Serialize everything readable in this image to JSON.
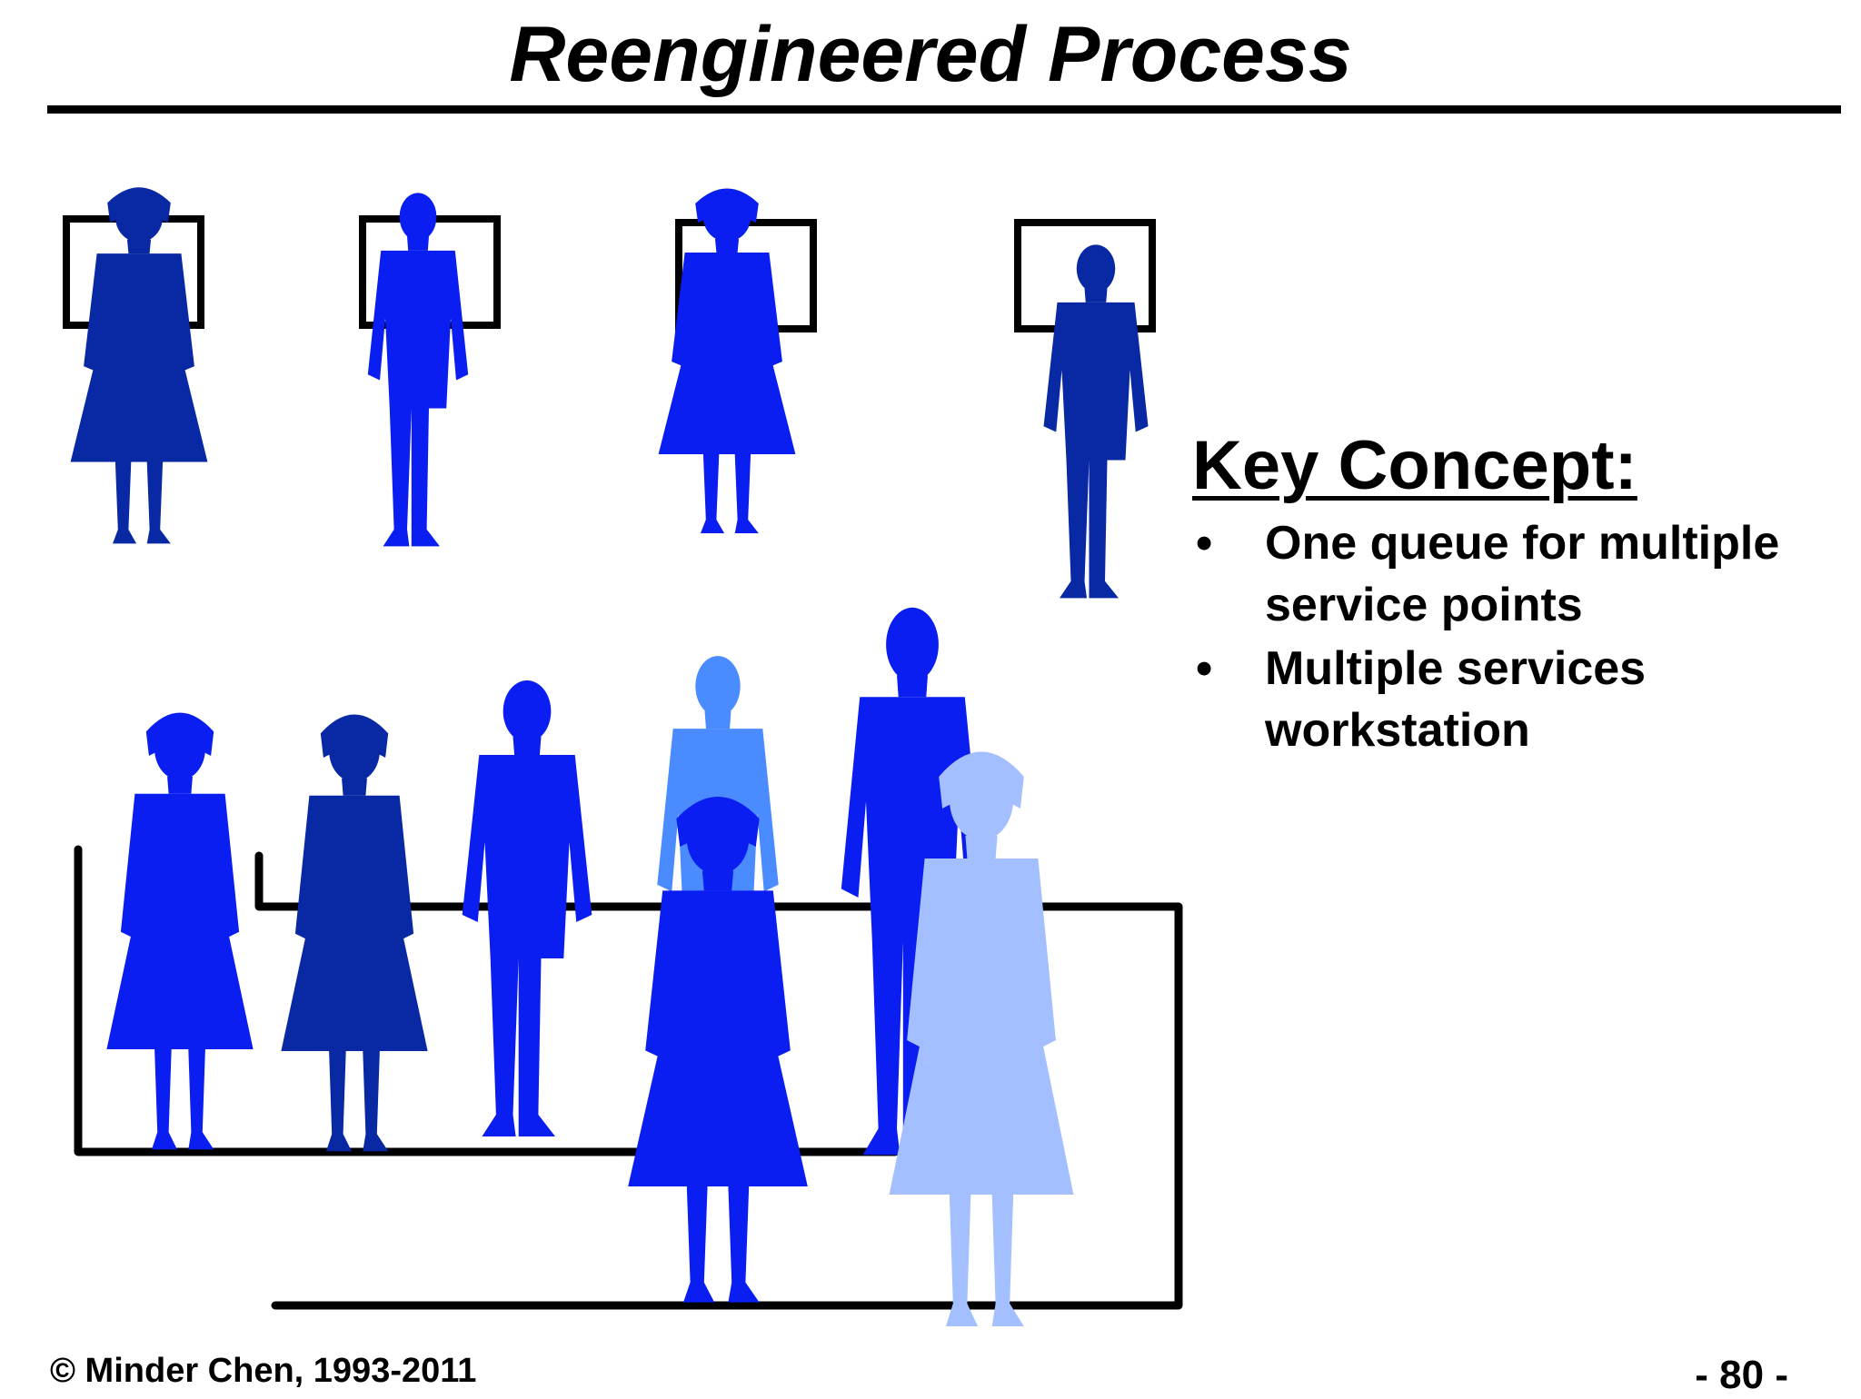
{
  "slide": {
    "title": "Reengineered Process",
    "key_concept": {
      "heading": "Key Concept:",
      "bullet_symbol": "•",
      "items": [
        "One queue for multiple service points",
        "Multiple services workstation"
      ]
    },
    "footer": {
      "copyright": "© Minder Chen, 1993-2011",
      "page_number": "- 80 -"
    }
  },
  "colors": {
    "line": "#000000",
    "figure_navy": "#0828A4",
    "figure_blue": "#0A1EF2",
    "figure_sky": "#4A8BFF",
    "figure_pale": "#A3BFFF"
  },
  "icons": {
    "service_point": "monitor-icon",
    "person": "person-silhouette-icon"
  }
}
